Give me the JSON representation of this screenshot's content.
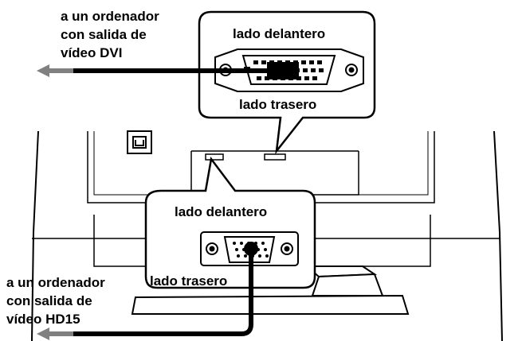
{
  "labels": {
    "dvi_computer": [
      "a un ordenador",
      "con salida de",
      "vídeo DVI"
    ],
    "hd15_computer": [
      "a un ordenador",
      "con salida de",
      "vídeo HD15"
    ],
    "top_callout_front": "lado delantero",
    "top_callout_rear": "lado trasero",
    "bottom_callout_front": "lado delantero",
    "bottom_callout_rear": "lado trasero"
  },
  "colors": {
    "line": "#000000",
    "arrow": "#808080",
    "background": "#ffffff"
  }
}
